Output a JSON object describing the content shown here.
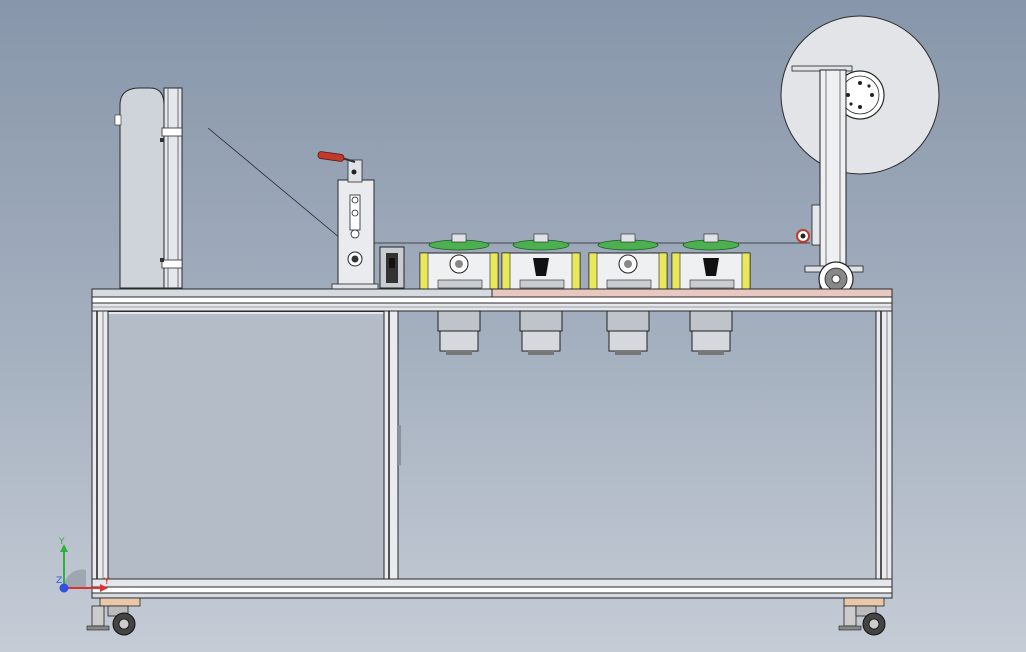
{
  "viewport": {
    "background_top": "#8796aa",
    "background_bottom": "#c5ccd6"
  },
  "colors": {
    "frame": "#d9dde3",
    "frame_edge": "#2a2a2a",
    "panel": "#b4bcc8",
    "table_top": "#d6dbe2",
    "table_top_right": "#e8c8c0",
    "motor": "#9aa1ab",
    "roller_green": "#4caf50",
    "module_yellow": "#e8e85a",
    "handle_red": "#c0392b",
    "spool": "#e2e4e7",
    "axis_x": "#e03030",
    "axis_y": "#30b040",
    "axis_z": "#3050e0"
  },
  "axis_triad": {
    "y_label": "Y",
    "z_label": "Z",
    "x_label": "Y"
  }
}
